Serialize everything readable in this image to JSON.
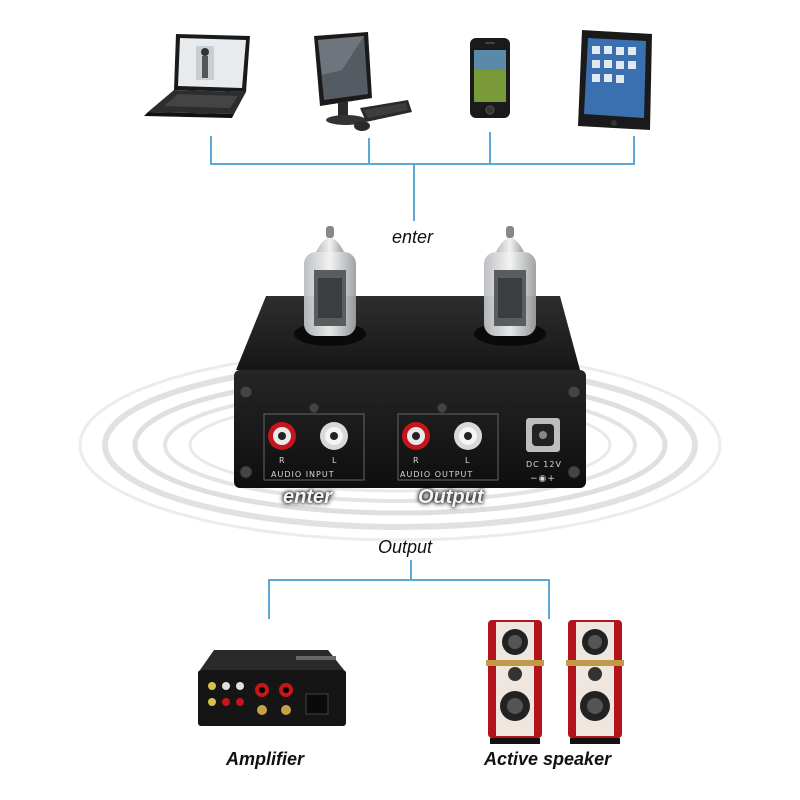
{
  "labels": {
    "top_enter": "enter",
    "panel_enter": "enter",
    "panel_output": "Output",
    "output": "Output",
    "amplifier": "Amplifier",
    "active_speaker": "Active speaker"
  },
  "panel": {
    "left_r": "R",
    "left_l": "L",
    "audio_input": "AUDIO INPUT",
    "right_r": "R",
    "right_l": "L",
    "audio_output": "AUDIO OUTPUT",
    "dc": "DC 12V",
    "polarity": "−◉+"
  },
  "colors": {
    "line": "#5ba7d6",
    "chassis": "#1c1c1c",
    "rca_red": "#c4161c",
    "speaker_red": "#b3141b"
  },
  "icons": [
    "laptop-icon",
    "desktop-computer-icon",
    "smartphone-icon",
    "tablet-icon",
    "vacuum-tube-icon",
    "rca-jack-icon",
    "amplifier-icon",
    "speaker-icon"
  ]
}
